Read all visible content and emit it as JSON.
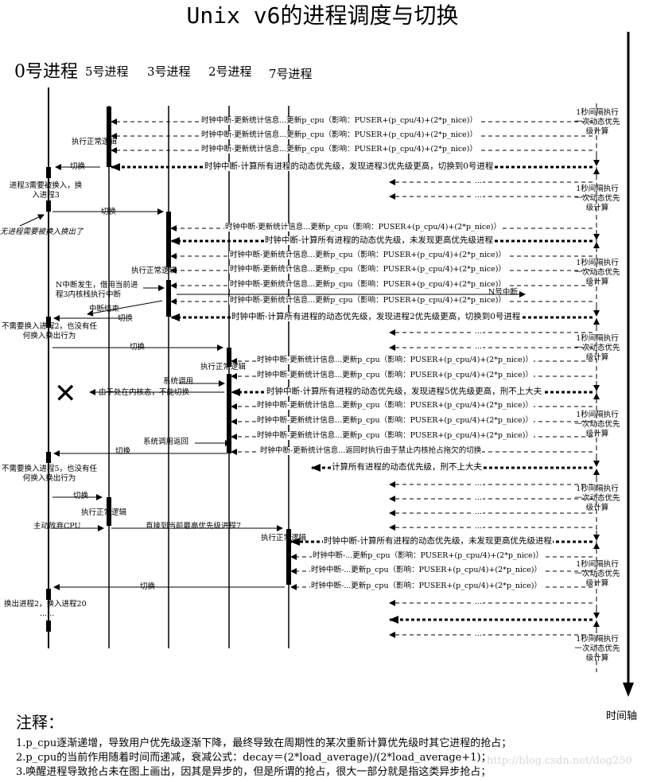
{
  "title": "Unix v6的进程调度与切换",
  "process_headers": [
    "0号进程",
    "5号进程",
    "3号进程",
    "2号进程",
    "7号进程"
  ],
  "time_axis_label": "时间轴",
  "interval_label": "1秒间隔执行一次动态优先级计算",
  "messages": {
    "stat_update": "时钟中断-更新统计信息...更新p_cpu（影响：PUSER+(p_cpu/4)+(2*p_nice)）",
    "recalc_switch_0": "时钟中断-计算所有进程的动态优先级，发现进程3优先级更高，切换到0号进程",
    "recalc_no_higher": "时钟中断-计算所有进程的动态优先级，未发现更高优先级进程",
    "recalc_switch_2": "时钟中断-计算所有进程的动态优先级，发现进程2优先级更高，切换到0号进程",
    "recalc_p5_higher": "时钟中断-计算所有进程的动态优先级，发现进程5优先级更高，刑不上大夫",
    "return_kernel": "时钟中断-更新统计信息...返回时执行由于禁止内核抢占拖欠的切换",
    "recalc_only": "计算所有进程的动态优先级，刑不上大夫",
    "recalc_no_higher_7": "时钟中断-计算所有进程的动态优先级，未发现更高优先级进程",
    "short_update_1": "时钟中断-...更新p_cpu（影响：PUSER+(p_cpu/4)+(2*p_nice)）",
    "short_update_2": "时钟中断-...更新p_cpu（影响：PUSER+(p_cpu/4)+(2*p_nice)）",
    "dots": "..."
  },
  "labels": {
    "normal_logic": "执行正常逻辑",
    "switch": "切换",
    "p3_needs_swap": "进程3需要被换入，换入进程3",
    "no_proc_swapped": "无进程需要被换入换出了",
    "n_interrupt": "N中断发生，借用当前进程3内核栈执行中断",
    "n_irq": "N号中断",
    "irq_end": "中断结束",
    "no_swap_p2": "不需要换入进程2，也没有任何换入换出行为",
    "syscall": "系统调用",
    "in_kernel": "由于处在内核态，不能切换",
    "syscall_return": "系统调用返回",
    "no_swap_p5": "不需要换入进程5，也没有任何换入换出行为",
    "yield_cpu": "主动放弃CPU",
    "direct_to_7": "直接到当前最高优先级进程7",
    "swap_out_2_in_20": "换出进程2，换入进程20",
    "ellipsis": "......",
    "cross_mark": "✕"
  },
  "notes": {
    "heading": "注释：",
    "items": [
      "1.p_cpu逐渐递增，导致用户优先级逐渐下降，最终导致在周期性的某次重新计算优先级时其它进程的抢占；",
      "2.p_cpu的当前作用随着时间而递减，衰减公式：decay＝(2*load_average)/(2*load_average+1)；",
      "3.唤醒进程导致抢占未在图上画出，因其是异步的，但是所谓的抢占，很大一部分就是指这类异步抢占；"
    ]
  },
  "watermark": "http://blog.csdn.net/dog250"
}
